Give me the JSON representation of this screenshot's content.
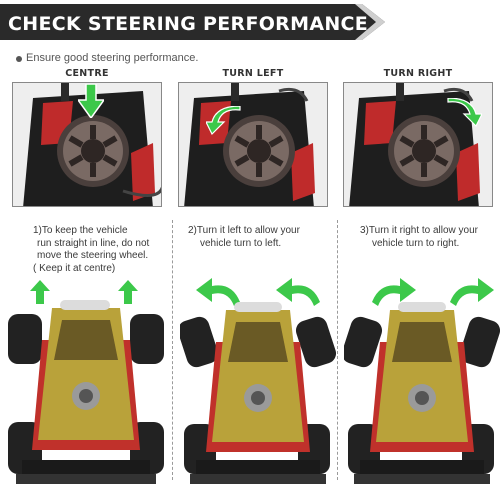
{
  "banner": {
    "title": "CHECK STEERING PERFORMANCE",
    "color": "#2a2a2a"
  },
  "subtitle": "Ensure good steering performance.",
  "columns": [
    {
      "label": "CENTRE",
      "caption_lines": [
        "1)To keep the vehicle",
        "run straight in line, do not",
        "move the steering wheel.",
        "( Keep it at centre)"
      ],
      "arrow_icon": "arrow-down-icon"
    },
    {
      "label": "TURN LEFT",
      "caption_lines": [
        "2)Turn it left to allow your",
        "vehicle turn to left."
      ],
      "arrow_icon": "curved-arrow-left-icon"
    },
    {
      "label": "TURN RIGHT",
      "caption_lines": [
        "3)Turn it right to allow your",
        "vehicle turn to right."
      ],
      "arrow_icon": "curved-arrow-right-icon"
    }
  ],
  "colors": {
    "arrow_green": "#3cc84a",
    "transmitter_body": "#1e1e1e",
    "wheel_rim": "#7a6a64",
    "car_camo_yellow": "#b9a23a",
    "car_tire": "#222222",
    "car_chassis_red": "#c0312b"
  }
}
